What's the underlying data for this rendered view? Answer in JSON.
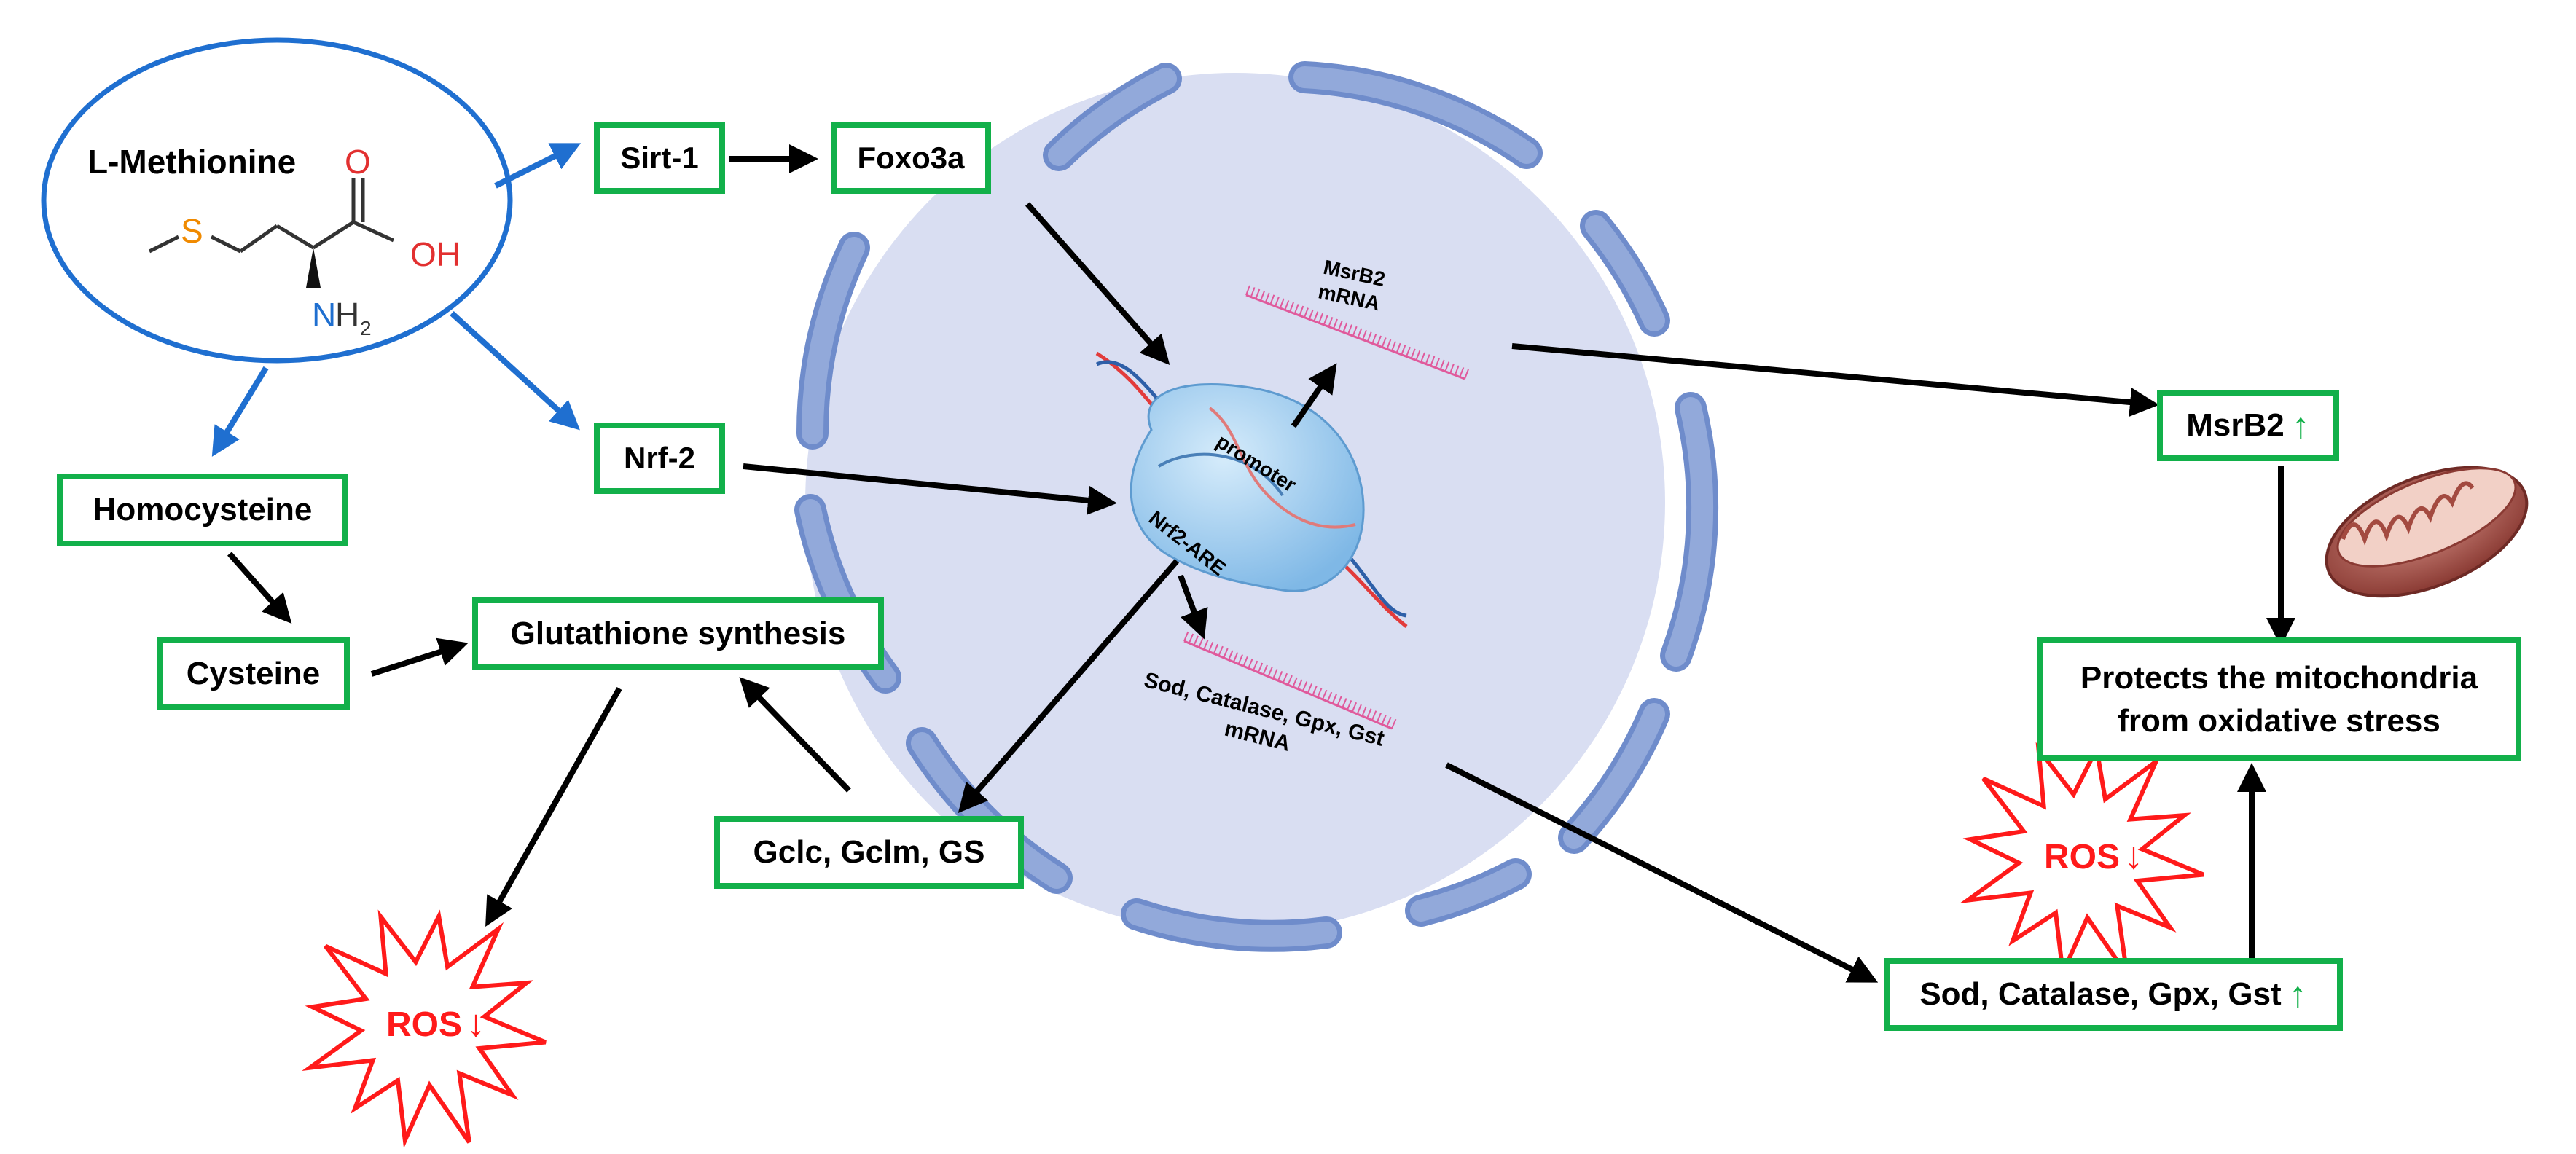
{
  "methionine": {
    "title": "L-Methionine",
    "atom_o": "O",
    "atom_oh": "OH",
    "atom_n": "N",
    "atom_h2": "H",
    "atom_sub2": "2",
    "atom_s": "S"
  },
  "boxes": {
    "sirt1": "Sirt-1",
    "foxo3a": "Foxo3a",
    "nrf2": "Nrf-2",
    "homocysteine": "Homocysteine",
    "cysteine": "Cysteine",
    "glutathione": "Glutathione synthesis",
    "gclc": "Gclc, Gclm, GS",
    "msrb2": "MsrB2",
    "protects_line1": "Protects the mitochondria",
    "protects_line2": "from oxidative stress",
    "sod": "Sod, Catalase, Gpx, Gst"
  },
  "nucleus": {
    "msrb2_mrna_line1": "MsrB2",
    "msrb2_mrna_line2": "mRNA",
    "promoter": "promoter",
    "nrf2_are": "Nrf2-ARE",
    "sod_mrna_line1": "Sod, Catalase, Gpx, Gst",
    "sod_mrna_line2": "mRNA"
  },
  "ros": {
    "label": "ROS",
    "arrow_down": "↓"
  },
  "up_arrow": "↑",
  "colors": {
    "box_border": "#12b04a",
    "blue_arrow": "#1f6fd0",
    "nucleus_fill": "#d9def2",
    "nucleus_membrane": "#8ea7d8",
    "ros_red": "#ff1a1a",
    "mrna_pink": "#e05a9c"
  }
}
